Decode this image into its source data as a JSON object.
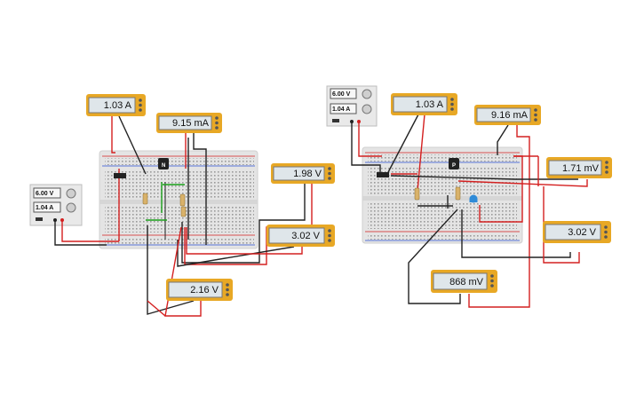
{
  "colors": {
    "wire_red": "#d42020",
    "wire_black": "#222222",
    "wire_green": "#1aa01a",
    "meter_frame": "#e8a825",
    "meter_screen": "#dfe6ea",
    "breadboard": "#e4e4e4",
    "psu_body": "#e9e9e9",
    "led_blue": "#2f8bd8"
  },
  "circuit_a": {
    "power_supply": {
      "voltage": "6.00 V",
      "current": "1.04 A",
      "icon": "power-supply-icon"
    },
    "meters": {
      "supply_current": "1.03 A",
      "collector_current": "9.15 mA",
      "collector_voltage": "1.98 V",
      "supply_voltage": "3.02 V",
      "base_voltage": "2.16 V"
    },
    "transistor_label": "N"
  },
  "circuit_b": {
    "power_supply": {
      "voltage": "6.00 V",
      "current": "1.04 A",
      "icon": "power-supply-icon"
    },
    "meters": {
      "supply_current": "1.03 A",
      "collector_current": "9.16 mA",
      "small_voltage": "1.71 mV",
      "supply_voltage": "3.02 V",
      "led_voltage": "868 mV"
    },
    "transistor_label": "P"
  }
}
